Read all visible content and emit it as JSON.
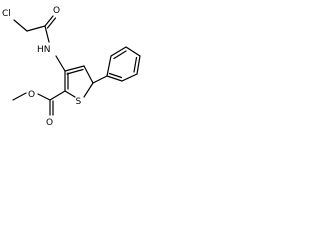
{
  "molecule": {
    "atoms": {
      "cl": "Cl",
      "o_amide": "O",
      "nh": "HN",
      "s": "S",
      "o_ester_carbonyl": "O",
      "o_ester_ether": "O"
    },
    "structure": {
      "bond_color": "#000000",
      "background": "#ffffff"
    }
  }
}
